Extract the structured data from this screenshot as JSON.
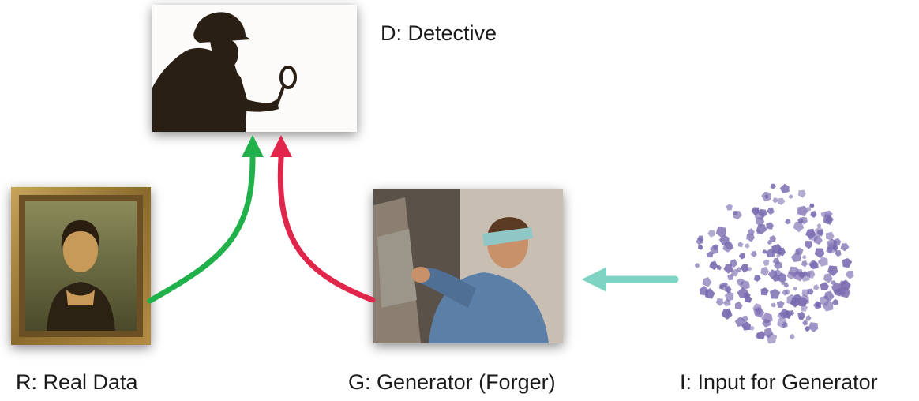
{
  "labels": {
    "detective": "D: Detective",
    "real_data": "R: Real Data",
    "generator": "G: Generator (Forger)",
    "input": "I: Input for Generator"
  },
  "colors": {
    "real_arrow": "#21b14b",
    "fake_arrow": "#e0264b",
    "input_arrow": "#7fd3c2",
    "noise_points": "#7a6bb0"
  }
}
